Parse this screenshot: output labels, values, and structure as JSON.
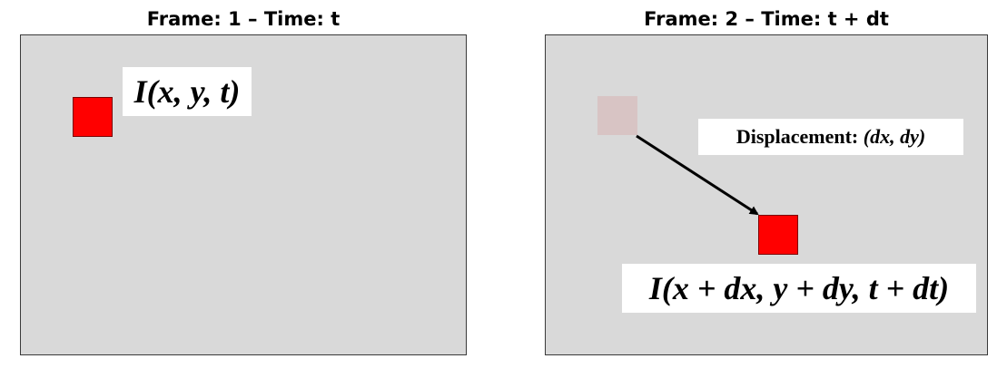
{
  "frame1": {
    "title": "Frame: 1 – Time: t",
    "expression": "I(x, y, t)"
  },
  "frame2": {
    "title": "Frame: 2 – Time: t + dt",
    "displacement_label": "Displacement:",
    "displacement_value": "(dx, dy)",
    "expression": "I(x + dx, y + dy, t + dt)"
  },
  "colors": {
    "frame_background": "#d9d9d9",
    "object": "#ff0000",
    "object_ghost": "#d8c4c4",
    "arrow": "#000000"
  }
}
